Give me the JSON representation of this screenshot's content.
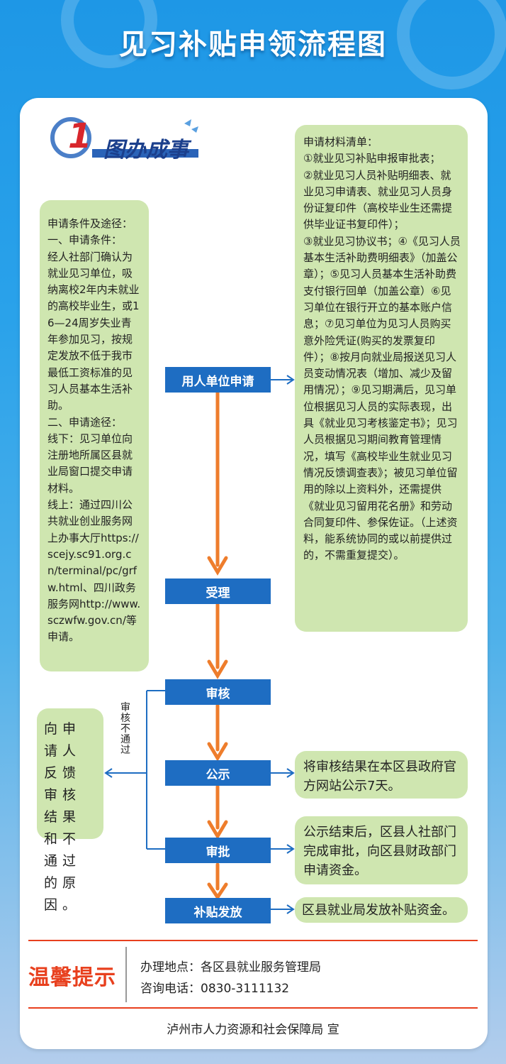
{
  "title": "见习补贴申领流程图",
  "logo": {
    "number": "1",
    "text": "图办成事"
  },
  "left_box": {
    "text": "申请条件及途径：\n一、申请条件：\n经人社部门确认为就业见习单位，吸纳离校2年内未就业的高校毕业生，或16—24周岁失业青年参加见习，按规定发放不低于我市最低工资标准的见习人员基本生活补助。\n二、申请途径：\n线下：见习单位向注册地所属区县就业局窗口提交申请材料。\n线上：通过四川公共就业创业服务网上办事大厅https://scejy.sc91.org.cn/terminal/pc/grfw.html、四川政务服务网http://www.sczwfw.gov.cn/等申请。"
  },
  "right_box": {
    "text": "申请材料清单：\n①就业见习补贴申报审批表；\n②就业见习人员补贴明细表、就业见习申请表、就业见习人员身份证复印件（高校毕业生还需提供毕业证书复印件）；\n③就业见习协议书；④《见习人员基本生活补助费明细表》（加盖公章）；⑤见习人员基本生活补助费支付银行回单（加盖公章）⑥见习单位在银行开立的基本账户信息；⑦见习单位为见习人员购买意外险凭证(购买的发票复印件）；⑧按月向就业局报送见习人员变动情况表（增加、减少及留用情况）；⑨见习期满后，见习单位根据见习人员的实际表现，出具《就业见习考核鉴定书》；见习人员根据见习期间教育管理情况，填写《高校毕业生就业见习情况反馈调查表》；被见习单位留用的除以上资料外，还需提供《就业见习留用花名册》和劳动合同复印件、参保佐证。（上述资料，能系统协同的或以前提供过的，不需重复提交）。"
  },
  "steps": {
    "apply": "用人单位申请",
    "accept": "受理",
    "review": "审核",
    "publicize": "公示",
    "approve": "审批",
    "disburse": "补贴发放"
  },
  "reject_label": "审核不通过",
  "reject_box": "向申请人反馈审核结果和不通过的原因。",
  "publicize_note": "将审核结果在本区县政府官方网站公示7天。",
  "approve_note": "公示结束后，区县人社部门完成审批，向区县财政部门申请资金。",
  "disburse_note": "区县就业局发放补贴资金。",
  "tips": {
    "label": "温馨提示",
    "location": "办理地点：各区县就业服务管理局",
    "phone": "咨询电话：0830-3111132"
  },
  "footer": "泸州市人力资源和社会保障局 宣",
  "colors": {
    "step_blue": "#1e6dc2",
    "arrow_orange": "#ee7d2c",
    "box_green": "#cfe6b0",
    "tips_red": "#e8401e"
  }
}
